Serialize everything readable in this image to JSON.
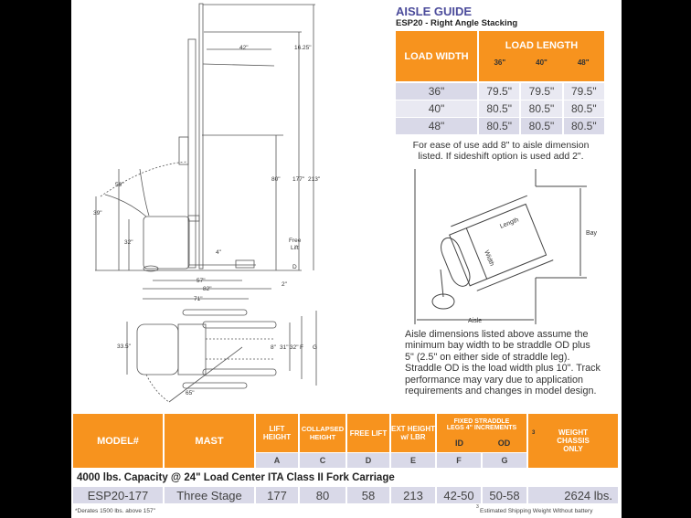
{
  "aisle_guide": {
    "title": "AISLE GUIDE",
    "subtitle": "ESP20 - Right Angle Stacking",
    "load_width_label": "LOAD WIDTH",
    "load_length_label": "LOAD LENGTH",
    "length_cols": [
      "36\"",
      "40\"",
      "48\""
    ],
    "rows": [
      {
        "width": "36\"",
        "values": [
          "79.5\"",
          "79.5\"",
          "79.5\""
        ]
      },
      {
        "width": "40\"",
        "values": [
          "80.5\"",
          "80.5\"",
          "80.5\""
        ]
      },
      {
        "width": "48\"",
        "values": [
          "80.5\"",
          "80.5\"",
          "80.5\""
        ]
      }
    ],
    "note": "For ease of use add 8\" to aisle dimension listed. If sideshift option is used add 2\".",
    "diagram_labels": {
      "length": "Length",
      "width": "Width",
      "bay": "Bay",
      "aisle": "Aisle"
    },
    "paragraph": "Aisle dimensions listed above assume the minimum bay width to be straddle OD plus 5\" (2.5\" on either side of straddle leg). Straddle OD is the load width plus 10\". Track performance may vary due to application requirements and changes in model design."
  },
  "drawing": {
    "fork_length": "42\"",
    "load_backrest": "16.25\"",
    "collapsed": "80\"",
    "lift": "177\"",
    "extended": "213\"",
    "handle_high": "59\"",
    "handle_low": "39\"",
    "platform": "32\"",
    "free_lift_1": "Free",
    "free_lift_2": "Lift",
    "fork_height": "4\"",
    "d": "D",
    "wheelbase": "57\"",
    "ground": "2\"",
    "overall_82": "82\"",
    "overall_71": "71\"",
    "width_33": "33.5\"",
    "w8": "8\"",
    "w31": "31\"",
    "w32": "32\"",
    "f": "F",
    "g": "G",
    "turn": "65\""
  },
  "spec_table": {
    "headers": {
      "model": "MODEL#",
      "mast": "MAST",
      "lift": "LIFT HEIGHT",
      "collapsed": "COLLAPSED HEIGHT",
      "free": "FREE LIFT",
      "ext": "EXT HEIGHT w/ LBR",
      "straddle": "FIXED STRADDLE LEGS 4\" INCREMENTS",
      "id": "ID",
      "od": "OD",
      "weight_note": "3",
      "weight": "WEIGHT CHASSIS ONLY"
    },
    "letters": [
      "A",
      "C",
      "D",
      "E",
      "F",
      "G"
    ],
    "capacity_line": "4000 lbs. Capacity @ 24\" Load Center ITA Class II Fork Carriage",
    "row": {
      "model": "ESP20-177",
      "mast": "Three Stage",
      "lift": "177",
      "collapsed": "80",
      "free": "58",
      "ext": "213",
      "id": "42-50",
      "od": "50-58",
      "weight": "2624 lbs."
    },
    "footnote_left": "*Derates 1500 lbs. above 157\"",
    "footnote_right_mark": "3",
    "footnote_right": "Estimated Shipping Weight Without battery"
  },
  "colors": {
    "orange": "#f7931e",
    "lavender": "#d9d9e8",
    "title": "#4b4b9b"
  }
}
